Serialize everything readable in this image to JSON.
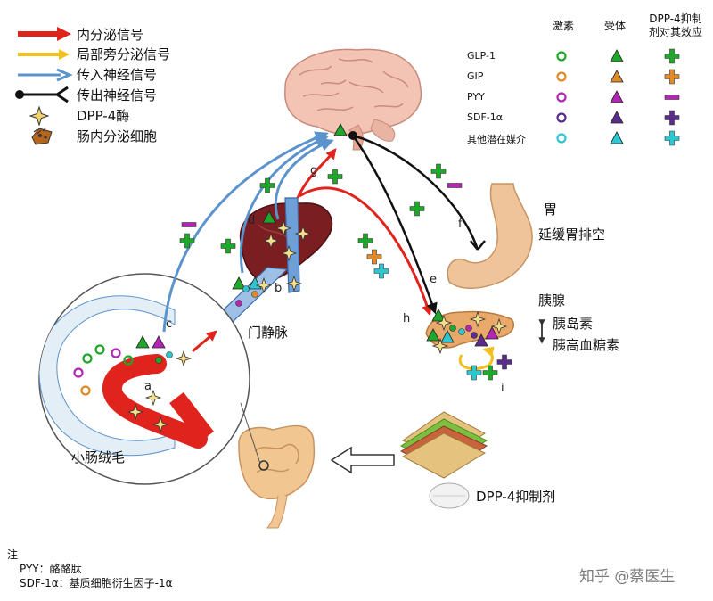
{
  "legend": {
    "endocrine": "内分泌信号",
    "paracrine": "局部旁分泌信号",
    "afferent": "传入神经信号",
    "efferent": "传出神经信号",
    "dpp4_enzyme": "DPP-4酶",
    "enteroendocrine": "肠内分泌细胞"
  },
  "key_headers": {
    "hormone": "激素",
    "receptor": "受体",
    "effect_line1": "DPP-4抑制",
    "effect_line2": "剂对其效应"
  },
  "key_rows": [
    {
      "label": "GLP-1",
      "color": "#1fa62b",
      "effect": "plus"
    },
    {
      "label": "GIP",
      "color": "#e08a2a",
      "effect": "plus"
    },
    {
      "label": "PYY",
      "color": "#b326b3",
      "effect": "minus"
    },
    {
      "label": "SDF-1α",
      "color": "#5a2d8c",
      "effect": "plus"
    },
    {
      "label": "其他潜在媒介",
      "color": "#2cc7d1",
      "effect": "plus"
    }
  ],
  "organs": {
    "stomach": "胃",
    "stomach_effect": "延缓胃排空",
    "pancreas": "胰腺",
    "insulin": "胰岛素",
    "glucagon": "胰高血糖素",
    "portal_vein": "门静脉",
    "villus": "小肠绒毛",
    "inhibitor": "DPP-4抑制剂"
  },
  "letters": {
    "a": "a",
    "b": "b",
    "c": "c",
    "d": "d",
    "e": "e",
    "f": "f",
    "g": "g",
    "h": "h",
    "i": "i"
  },
  "notes": {
    "title": "注",
    "pyy": "PYY：酪酪肽",
    "sdf": "SDF-1α：基质细胞衍生因子-1α"
  },
  "watermark": "知乎 @蔡医生",
  "colors": {
    "endocrine": "#e0231c",
    "paracrine": "#f2c019",
    "afferent": "#5b93cc",
    "efferent": "#111111",
    "green": "#1fa62b",
    "orange": "#e08a2a",
    "magenta": "#b326b3",
    "purple": "#5a2d8c",
    "cyan": "#2cc7d1",
    "liver": "#7a1e22",
    "vein": "#8fb3de"
  }
}
